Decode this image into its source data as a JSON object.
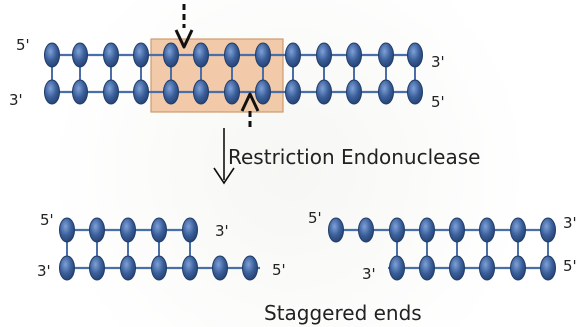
{
  "labels": {
    "top_left_5": "5'",
    "top_left_3": "3'",
    "top_right_3": "3'",
    "top_right_5": "5'",
    "enzyme": "Restriction Endonuclease",
    "left_frag_5": "5'",
    "left_frag_3_top": "3'",
    "left_frag_3_bottom": "3'",
    "left_frag_5_bottom": "5'",
    "right_frag_5": "5'",
    "right_frag_3_top": "3'",
    "right_frag_3_bottom": "3'",
    "right_frag_5_bottom": "5'",
    "caption": "Staggered ends"
  },
  "colors": {
    "strand": "#4a6fa8",
    "bead_fill": "#3b5f9a",
    "bead_stroke": "#1f3d6b",
    "highlight_fill": "#f1c49f",
    "highlight_stroke": "#c78f5c",
    "arrow": "#111111"
  }
}
